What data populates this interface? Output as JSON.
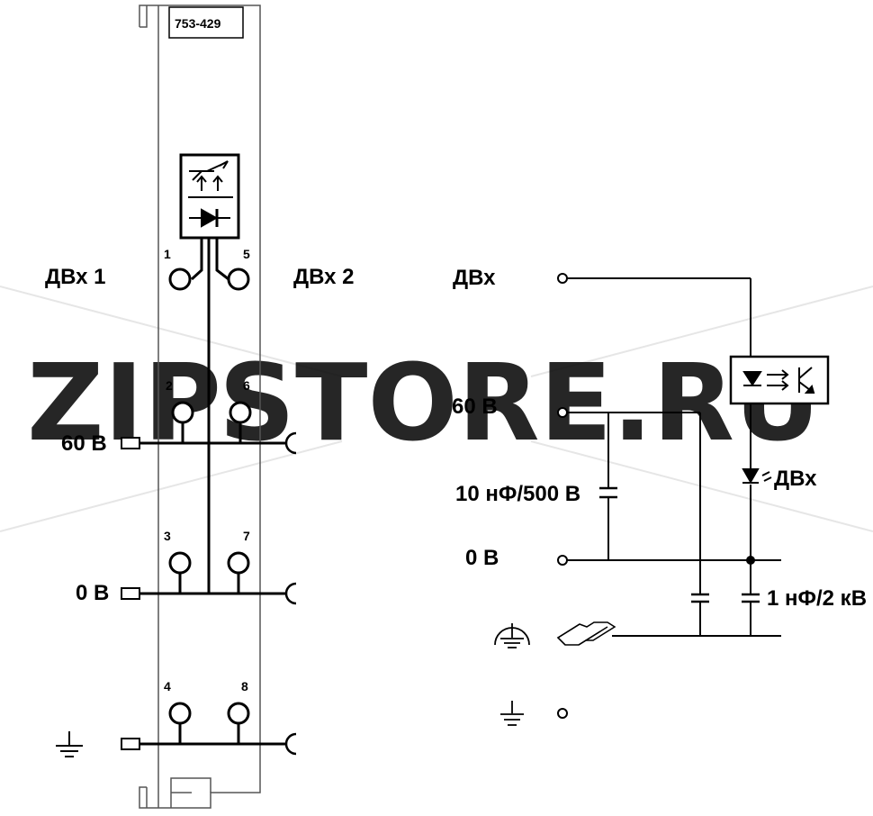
{
  "module": {
    "part_number": "753-429"
  },
  "left_terminals": {
    "label_input_1": "ДВх 1",
    "label_input_2": "ДВх 2",
    "pins": [
      "1",
      "2",
      "3",
      "4",
      "5",
      "6",
      "7",
      "8"
    ],
    "label_60v": "60 В",
    "label_0v": "0 В"
  },
  "schematic": {
    "label_input": "ДВх",
    "label_60v": "60 В",
    "label_capacitor_1": "10 нФ/500 В",
    "label_0v": "0 В",
    "label_led": "ДВх",
    "label_capacitor_2": "1 нФ/2 кВ"
  },
  "watermark": {
    "text_accent": "ZIP",
    "text_rest": "STORE.RU",
    "accent_color": "#f0a860",
    "rest_color": "#cccccc"
  },
  "colors": {
    "line": "#000000",
    "module_outline": "#555555"
  }
}
